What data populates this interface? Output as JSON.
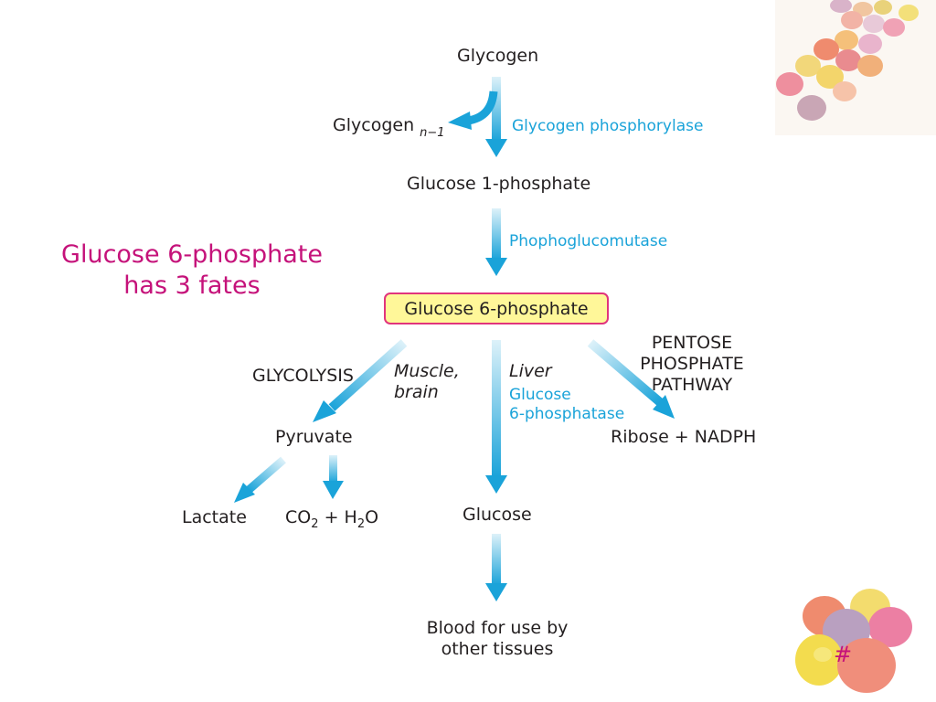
{
  "title": {
    "line1": "Glucose 6-phosphate",
    "line2": "has 3 fates"
  },
  "nodes": {
    "glycogen": "Glycogen",
    "glycogen_n1": "Glycogen",
    "glycogen_n1_sub": "n−1",
    "glucose_1_phosphate": "Glucose 1-phosphate",
    "glucose_6_phosphate": "Glucose 6-phosphate",
    "pyruvate": "Pyruvate",
    "lactate": "Lactate",
    "co2": "CO",
    "co2_sub": "2",
    "plus": "+",
    "h2o_h": "H",
    "h2o_sub": "2",
    "h2o_o": "O",
    "glucose": "Glucose",
    "blood_line1": "Blood for use by",
    "blood_line2": "other tissues",
    "ribose_nadph": "Ribose + NADPH"
  },
  "enzymes": {
    "glycogen_phosphorylase": "Glycogen phosphorylase",
    "phosphoglucomutase": "Phophoglucomutase",
    "glucose_6_phosphatase_line1": "Glucose",
    "glucose_6_phosphatase_line2": "6-phosphatase"
  },
  "labels": {
    "glycolysis": "GLYCOLYSIS",
    "muscle_brain_line1": "Muscle,",
    "muscle_brain_line2": "brain",
    "liver": "Liver",
    "pentose_line1": "PENTOSE",
    "pentose_line2": "PHOSPHATE",
    "pentose_line3": "PATHWAY"
  },
  "slide_number": "#",
  "colors": {
    "arrow": "#1aa3d9",
    "title": "#c5127a",
    "highlight_fill": "#fff799",
    "highlight_border": "#e1347d"
  }
}
